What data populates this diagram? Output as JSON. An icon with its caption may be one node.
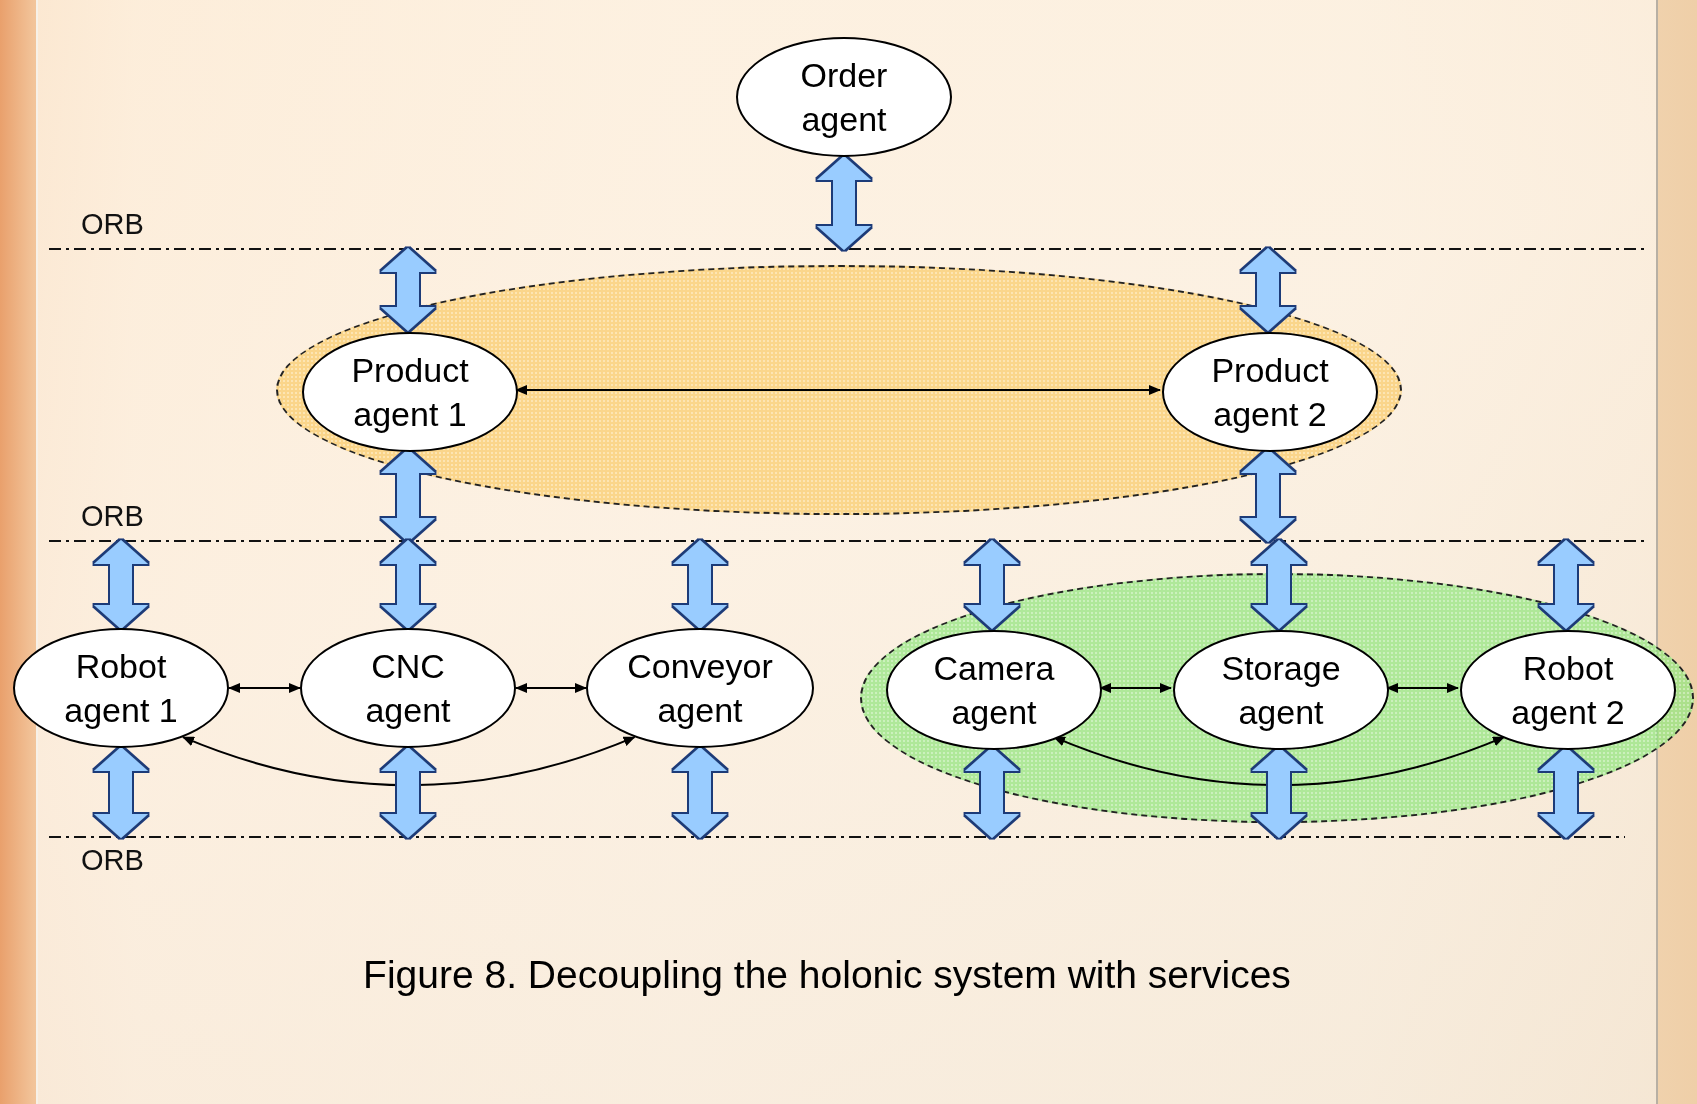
{
  "diagram": {
    "caption": "Figure 8. Decoupling the holonic system with services",
    "nodes": [
      {
        "text": [
          "Order agent"
        ]
      },
      {
        "text": [],
        "shape": "bar",
        "beside": [
          "ORB"
        ]
      },
      {
        "text": [],
        "shape": "ellipse"
      },
      {
        "text": [
          "Product agent 1"
        ],
        "in": 2
      },
      {
        "text": [
          "Product agent 2"
        ],
        "in": 2
      },
      {
        "text": [],
        "shape": "bar",
        "beside": [
          "ORB"
        ]
      },
      {
        "text": [
          "Robot agent 1"
        ]
      },
      {
        "text": [
          "CNC agent"
        ]
      },
      {
        "text": [
          "Conveyor agent"
        ]
      },
      {
        "text": [],
        "shape": "ellipse"
      },
      {
        "text": [
          "Camera agent"
        ],
        "in": 9
      },
      {
        "text": [
          "Storage agent"
        ],
        "in": 9
      },
      {
        "text": [
          "Robot agent 2"
        ],
        "in": 9
      },
      {
        "text": [],
        "shape": "bar",
        "beside": [
          "ORB"
        ]
      }
    ],
    "edges": [
      {
        "from": 0,
        "to": 1,
        "arrow": "both"
      },
      {
        "from": 1,
        "to": 3,
        "arrow": "both"
      },
      {
        "from": 1,
        "to": 4,
        "arrow": "both"
      },
      {
        "from": 3,
        "to": 4,
        "arrow": "both",
        "color": "#000000"
      },
      {
        "from": 3,
        "to": 5,
        "arrow": "both"
      },
      {
        "from": 4,
        "to": 5,
        "arrow": "both"
      },
      {
        "from": 5,
        "to": 6,
        "arrow": "both"
      },
      {
        "from": 5,
        "to": 7,
        "arrow": "both"
      },
      {
        "from": 5,
        "to": 8,
        "arrow": "both"
      },
      {
        "from": 5,
        "to": 10,
        "arrow": "both"
      },
      {
        "from": 5,
        "to": 11,
        "arrow": "both"
      },
      {
        "from": 5,
        "to": 12,
        "arrow": "both"
      },
      {
        "from": 6,
        "to": 7,
        "arrow": "both",
        "color": "#000000"
      },
      {
        "from": 7,
        "to": 8,
        "arrow": "both",
        "color": "#000000"
      },
      {
        "from": 6,
        "to": 8,
        "arrow": "both",
        "color": "#000000"
      },
      {
        "from": 10,
        "to": 11,
        "arrow": "both",
        "color": "#000000"
      },
      {
        "from": 11,
        "to": 12,
        "arrow": "both",
        "color": "#000000"
      },
      {
        "from": 10,
        "to": 12,
        "arrow": "both",
        "color": "#000000"
      },
      {
        "from": 6,
        "to": 13,
        "arrow": "both"
      },
      {
        "from": 7,
        "to": 13,
        "arrow": "both"
      },
      {
        "from": 8,
        "to": 13,
        "arrow": "both"
      },
      {
        "from": 10,
        "to": 13,
        "arrow": "both"
      },
      {
        "from": 11,
        "to": 13,
        "arrow": "both"
      },
      {
        "from": 12,
        "to": 13,
        "arrow": "both"
      }
    ]
  }
}
